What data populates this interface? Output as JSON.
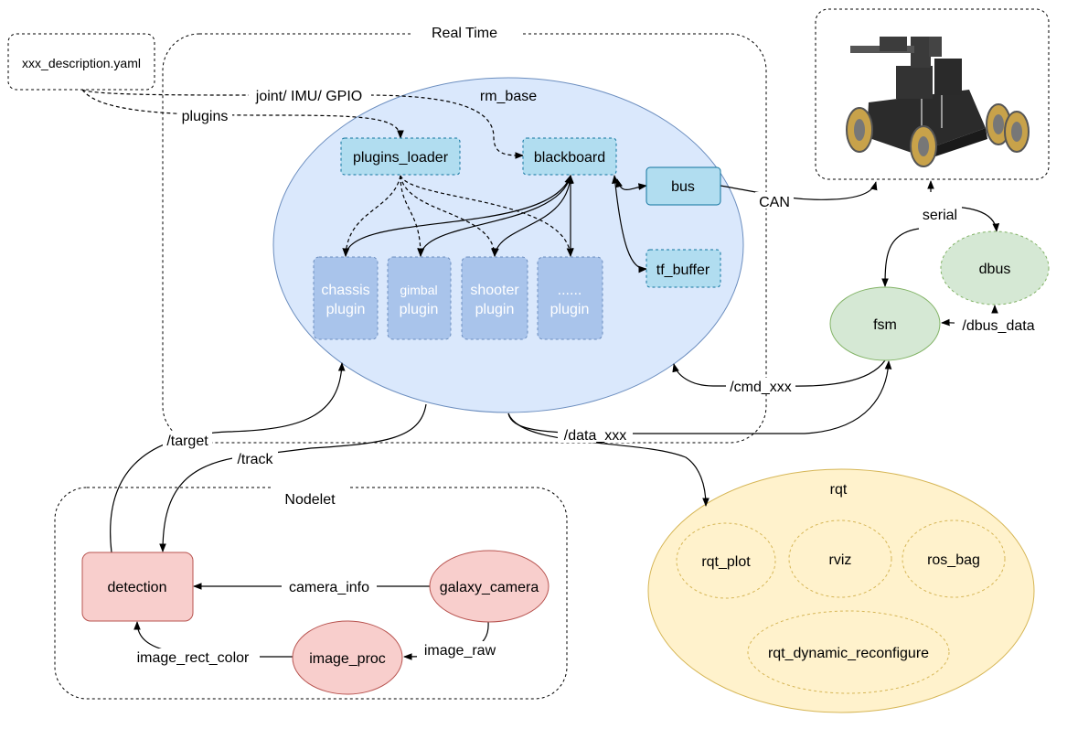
{
  "colors": {
    "rm_base_fill": "#dae8fc",
    "rm_base_stroke": "#6c8ebf",
    "box_light_fill": "#b1ddf0",
    "box_light_stroke": "#10739e",
    "plugin_fill": "#a9c4eb",
    "plugin_stroke": "#6c8ebf",
    "green_fill": "#d5e8d4",
    "green_stroke": "#82b366",
    "red_fill": "#f8cecc",
    "red_stroke": "#b85450",
    "yellow_fill": "#fff2cc",
    "yellow_stroke": "#d6b656"
  },
  "groups": {
    "real_time": "Real Time",
    "nodelet": "Nodelet",
    "rm_base": "rm_base",
    "rqt": "rqt"
  },
  "nodes": {
    "description_yaml": "xxx_description.yaml",
    "plugins_loader": "plugins_loader",
    "blackboard": "blackboard",
    "bus": "bus",
    "tf_buffer": "tf_buffer",
    "chassis_plugin": [
      "chassis",
      "plugin"
    ],
    "gimbal_plugin": [
      "gimbal",
      "plugin"
    ],
    "shooter_plugin": [
      "shooter",
      "plugin"
    ],
    "other_plugin": [
      "......",
      "plugin"
    ],
    "fsm": "fsm",
    "dbus": "dbus",
    "detection": "detection",
    "galaxy_camera": "galaxy_camera",
    "image_proc": "image_proc",
    "rqt_plot": "rqt_plot",
    "rviz": "rviz",
    "ros_bag": "ros_bag",
    "rqt_dynamic_reconfigure": "rqt_dynamic_reconfigure",
    "robot_image": "robot-image"
  },
  "edges": {
    "joint_imu_gpio": "joint/ IMU/ GPIO",
    "plugins": "plugins",
    "can": "CAN",
    "serial": "serial",
    "dbus_data": "/dbus_data",
    "cmd_xxx": "/cmd_xxx",
    "data_xxx": "/data_xxx",
    "target": "/target",
    "track": "/track",
    "camera_info": "camera_info",
    "image_raw": "image_raw",
    "image_rect_color": "image_rect_color"
  }
}
